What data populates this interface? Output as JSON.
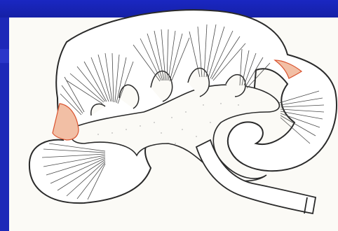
{
  "figure": {
    "subject": "kidney-longitudinal-section",
    "regions": [
      {
        "name": "renal-pyramid",
        "count": 7
      },
      {
        "name": "renal-column",
        "count": 3
      },
      {
        "name": "renal-sinus",
        "count": 1
      },
      {
        "name": "ureter",
        "count": 1
      }
    ],
    "highlight_color": "#f2bfa5",
    "highlight_stroke": "#d9532f"
  },
  "slide": {
    "background": "#1520a6",
    "paper": "#fbfaf6",
    "ink": "#2a2a2a"
  }
}
